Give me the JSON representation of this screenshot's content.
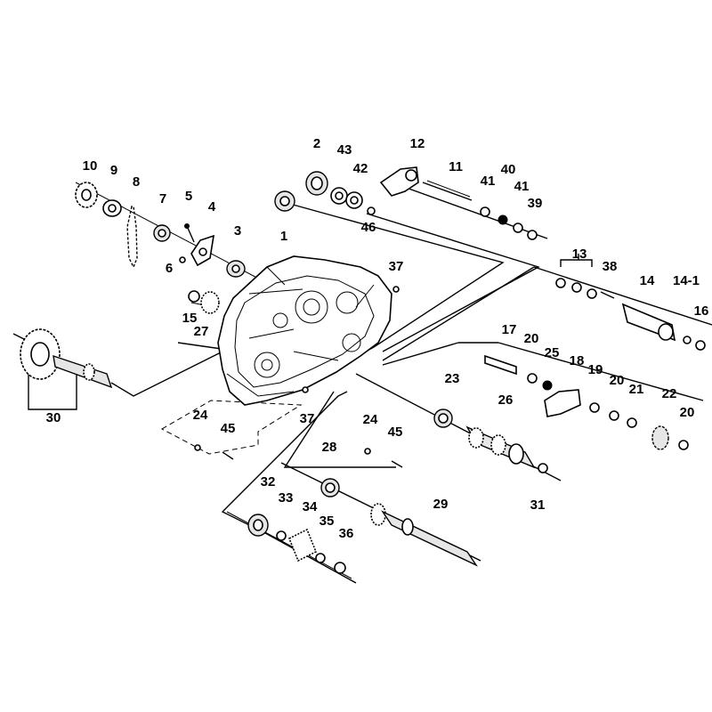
{
  "callouts": [
    {
      "id": "1",
      "label": "1"
    },
    {
      "id": "2",
      "label": "2"
    },
    {
      "id": "3",
      "label": "3"
    },
    {
      "id": "4",
      "label": "4"
    },
    {
      "id": "5",
      "label": "5"
    },
    {
      "id": "6",
      "label": "6"
    },
    {
      "id": "7",
      "label": "7"
    },
    {
      "id": "8",
      "label": "8"
    },
    {
      "id": "9",
      "label": "9"
    },
    {
      "id": "10",
      "label": "10"
    },
    {
      "id": "11",
      "label": "11"
    },
    {
      "id": "12",
      "label": "12"
    },
    {
      "id": "13",
      "label": "13"
    },
    {
      "id": "14",
      "label": "14"
    },
    {
      "id": "14-1",
      "label": "14-1"
    },
    {
      "id": "15",
      "label": "15"
    },
    {
      "id": "16",
      "label": "16"
    },
    {
      "id": "17",
      "label": "17"
    },
    {
      "id": "18",
      "label": "18"
    },
    {
      "id": "19",
      "label": "19"
    },
    {
      "id": "20a",
      "label": "20"
    },
    {
      "id": "20b",
      "label": "20"
    },
    {
      "id": "20c",
      "label": "20"
    },
    {
      "id": "21",
      "label": "21"
    },
    {
      "id": "22",
      "label": "22"
    },
    {
      "id": "23",
      "label": "23"
    },
    {
      "id": "24a",
      "label": "24"
    },
    {
      "id": "24b",
      "label": "24"
    },
    {
      "id": "25",
      "label": "25"
    },
    {
      "id": "26",
      "label": "26"
    },
    {
      "id": "27",
      "label": "27"
    },
    {
      "id": "28",
      "label": "28"
    },
    {
      "id": "29",
      "label": "29"
    },
    {
      "id": "30",
      "label": "30"
    },
    {
      "id": "31",
      "label": "31"
    },
    {
      "id": "32",
      "label": "32"
    },
    {
      "id": "33",
      "label": "33"
    },
    {
      "id": "34",
      "label": "34"
    },
    {
      "id": "35",
      "label": "35"
    },
    {
      "id": "36",
      "label": "36"
    },
    {
      "id": "37a",
      "label": "37"
    },
    {
      "id": "37b",
      "label": "37"
    },
    {
      "id": "38",
      "label": "38"
    },
    {
      "id": "39",
      "label": "39"
    },
    {
      "id": "40",
      "label": "40"
    },
    {
      "id": "41a",
      "label": "41"
    },
    {
      "id": "41b",
      "label": "41"
    },
    {
      "id": "42",
      "label": "42"
    },
    {
      "id": "43",
      "label": "43"
    },
    {
      "id": "45a",
      "label": "45"
    },
    {
      "id": "45b",
      "label": "45"
    },
    {
      "id": "46",
      "label": "46"
    }
  ]
}
